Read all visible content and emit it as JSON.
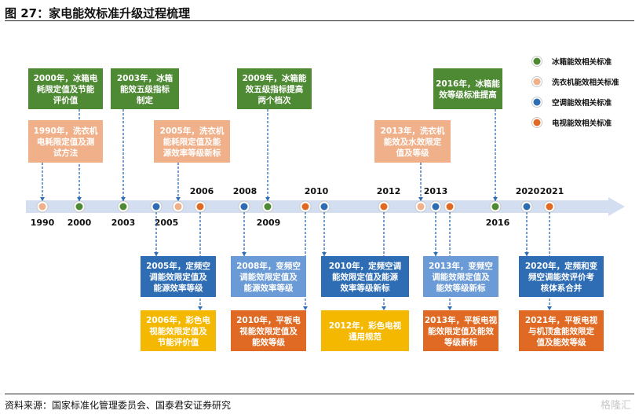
{
  "figure": {
    "title": "图 27：家电能效标准升级过程梳理",
    "source": "资料来源：国家标准化管理委员会、国泰君安证券研究",
    "watermark": "格隆汇"
  },
  "colors": {
    "green": "#4e8a33",
    "peach": "#f0b08a",
    "blue": "#2e6db4",
    "orange": "#e06a23",
    "lightblue": "#6b9bd6",
    "yellow": "#f5b800",
    "axis": "#d3def0",
    "connector": "#2e6db4"
  },
  "legend": [
    {
      "color": "green",
      "label": "冰箱能效相关标准"
    },
    {
      "color": "peach",
      "label": "洗衣机能效相关标准"
    },
    {
      "color": "blue",
      "label": "空调能效相关标准"
    },
    {
      "color": "orange",
      "label": "电视能效相关标准"
    }
  ],
  "years": [
    "1990",
    "2000",
    "2003",
    "2005",
    "2006",
    "2008",
    "2009",
    "2010",
    "2012",
    "2013",
    "2016",
    "2020",
    "2021"
  ],
  "milestones": [
    {
      "year": "1990",
      "category": "peach"
    },
    {
      "year": "2000",
      "category": "green"
    },
    {
      "year": "2003",
      "category": "green"
    },
    {
      "year": "2005",
      "category": "blue"
    },
    {
      "year": "2005",
      "category": "peach"
    },
    {
      "year": "2006",
      "category": "orange"
    },
    {
      "year": "2008",
      "category": "blue"
    },
    {
      "year": "2009",
      "category": "green"
    },
    {
      "year": "2010",
      "category": "orange"
    },
    {
      "year": "2010",
      "category": "blue"
    },
    {
      "year": "2012",
      "category": "orange"
    },
    {
      "year": "2013",
      "category": "peach"
    },
    {
      "year": "2013",
      "category": "blue"
    },
    {
      "year": "2013",
      "category": "orange"
    },
    {
      "year": "2016",
      "category": "green"
    },
    {
      "year": "2020",
      "category": "blue"
    },
    {
      "year": "2021",
      "category": "orange"
    }
  ],
  "events": [
    {
      "color": "green",
      "lines": [
        "2000年，冰箱电",
        "耗限定值及节能",
        "评价值"
      ]
    },
    {
      "color": "peach",
      "lines": [
        "1990年，洗衣机",
        "电耗限定值及测",
        "试方法"
      ]
    },
    {
      "color": "green",
      "lines": [
        "2003年，冰箱",
        "能效五级指标",
        "制定"
      ]
    },
    {
      "color": "peach",
      "lines": [
        "2005年，洗衣机",
        "能耗限定值及能",
        "源效率等级新标"
      ]
    },
    {
      "color": "green",
      "lines": [
        "2009年，冰箱能",
        "效五级指标提高",
        "两个档次"
      ]
    },
    {
      "color": "peach",
      "lines": [
        "2013年，洗衣机",
        "能效及水效限定",
        "值及等级"
      ]
    },
    {
      "color": "green",
      "lines": [
        "2016年，冰箱能",
        "效等级标准提高"
      ]
    },
    {
      "color": "blue",
      "lines": [
        "2005年，定频空",
        "调能效限定值及",
        "能源效率等级"
      ]
    },
    {
      "color": "lightblue",
      "lines": [
        "2008年，变频空",
        "调能效限定值及",
        "能源效率等级"
      ]
    },
    {
      "color": "blue",
      "lines": [
        "2010年，定频空调",
        "能效限定值及能源",
        "效率等级新标"
      ]
    },
    {
      "color": "lightblue",
      "lines": [
        "2013年，变频空",
        "调能效限定值及",
        "能效等级新标"
      ]
    },
    {
      "color": "blue",
      "lines": [
        "2020年，定频和变",
        "频空调能效评价考",
        "核体系合并"
      ]
    },
    {
      "color": "yellow",
      "lines": [
        "2006年，彩色电",
        "视能效限定值及",
        "节能评价值"
      ]
    },
    {
      "color": "orange",
      "lines": [
        "2010年，平板电",
        "视能效限定值及",
        "能效等级"
      ]
    },
    {
      "color": "yellow",
      "lines": [
        "2012年，彩色电视",
        "通用规范"
      ]
    },
    {
      "color": "orange",
      "lines": [
        "2013年，平板电视",
        "能效限定值及能效",
        "等级新标"
      ]
    },
    {
      "color": "orange",
      "lines": [
        "2021年，平板电视",
        "与机顶盒能效限定",
        "值及能效等级"
      ]
    }
  ]
}
